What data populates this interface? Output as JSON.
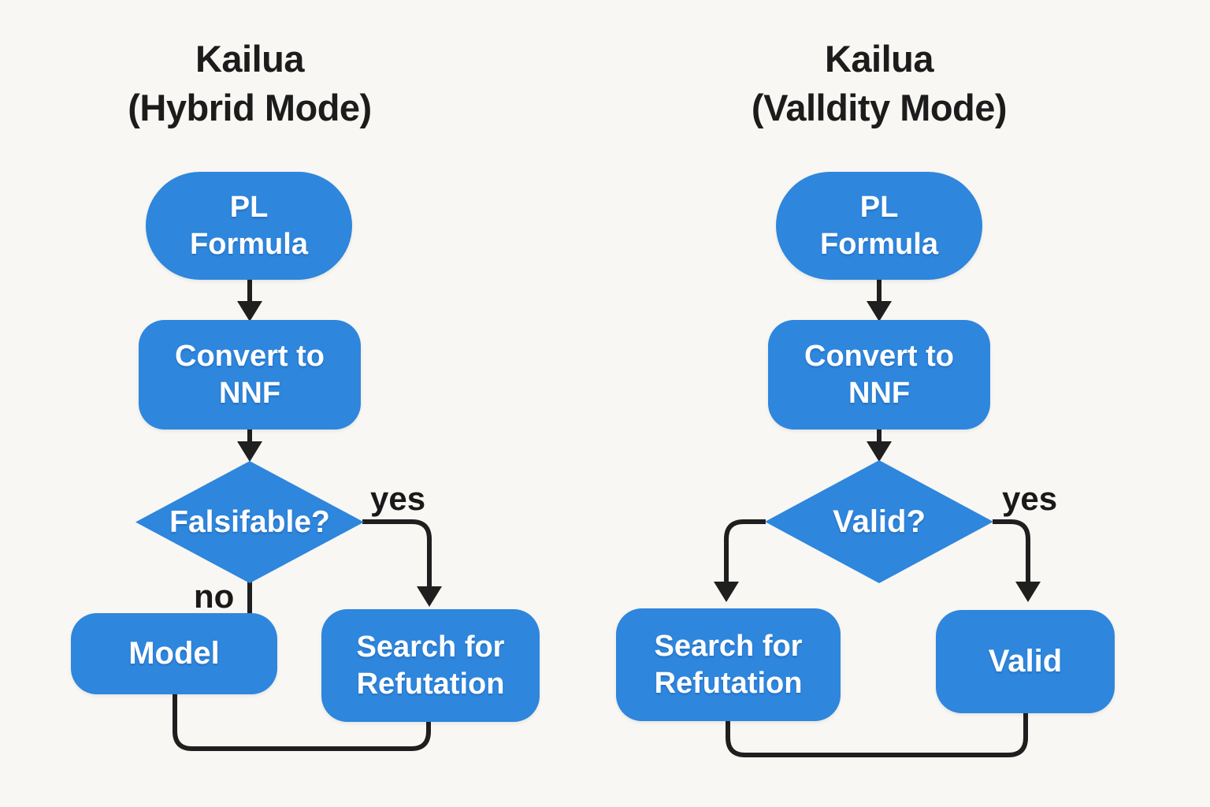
{
  "colors": {
    "background": "#f8f7f3",
    "node_fill": "#2e86dd",
    "node_text": "#ffffff",
    "connector": "#1f1f1f",
    "title_text": "#1c1c1c"
  },
  "left": {
    "title": "Kailua\n(Hybrid Mode)",
    "nodes": {
      "start": "PL\nFormula",
      "convert": "Convert to\nNNF",
      "decision": "Falsifable?",
      "no_result": "Model",
      "yes_result": "Search for\nRefutation"
    },
    "branch_labels": {
      "yes": "yes",
      "no": "no"
    },
    "edges": [
      {
        "from": "PL Formula",
        "to": "Convert to NNF",
        "label": ""
      },
      {
        "from": "Convert to NNF",
        "to": "Falsifable?",
        "label": ""
      },
      {
        "from": "Falsifable?",
        "to": "Search for Refutation",
        "label": "yes"
      },
      {
        "from": "Falsifable?",
        "to": "Model",
        "label": "no"
      },
      {
        "from": "Model",
        "to": "Search for Refutation",
        "label": ""
      }
    ]
  },
  "right": {
    "title": "Kailua\n(Valldity Mode)",
    "nodes": {
      "start": "PL\nFormula",
      "convert": "Convert to\nNNF",
      "decision": "Valid?",
      "no_result": "Search for\nRefutation",
      "yes_result": "Valid"
    },
    "branch_labels": {
      "yes": "yes"
    },
    "edges": [
      {
        "from": "PL Formula",
        "to": "Convert to NNF",
        "label": ""
      },
      {
        "from": "Convert to NNF",
        "to": "Valid?",
        "label": ""
      },
      {
        "from": "Valid?",
        "to": "Search for Refutation",
        "label": ""
      },
      {
        "from": "Valid?",
        "to": "Valid",
        "label": "yes"
      },
      {
        "from": "Search for Refutation",
        "to": "Valid",
        "label": ""
      }
    ]
  }
}
